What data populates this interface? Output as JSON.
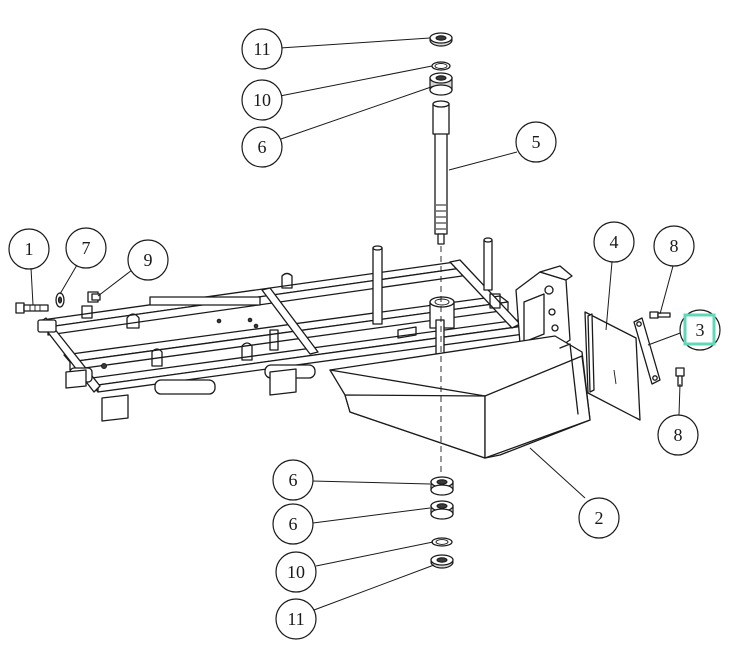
{
  "callouts": [
    {
      "id": "c11a",
      "label": "11"
    },
    {
      "id": "c10a",
      "label": "10"
    },
    {
      "id": "c6a",
      "label": "6"
    },
    {
      "id": "c5",
      "label": "5"
    },
    {
      "id": "c1",
      "label": "1"
    },
    {
      "id": "c7",
      "label": "7"
    },
    {
      "id": "c9",
      "label": "9"
    },
    {
      "id": "c4",
      "label": "4"
    },
    {
      "id": "c8a",
      "label": "8"
    },
    {
      "id": "c3",
      "label": "3"
    },
    {
      "id": "c8b",
      "label": "8"
    },
    {
      "id": "c2",
      "label": "2"
    },
    {
      "id": "c6b",
      "label": "6"
    },
    {
      "id": "c6c",
      "label": "6"
    },
    {
      "id": "c10b",
      "label": "10"
    },
    {
      "id": "c11b",
      "label": "11"
    }
  ],
  "highlight_color": "#5fd8b8"
}
